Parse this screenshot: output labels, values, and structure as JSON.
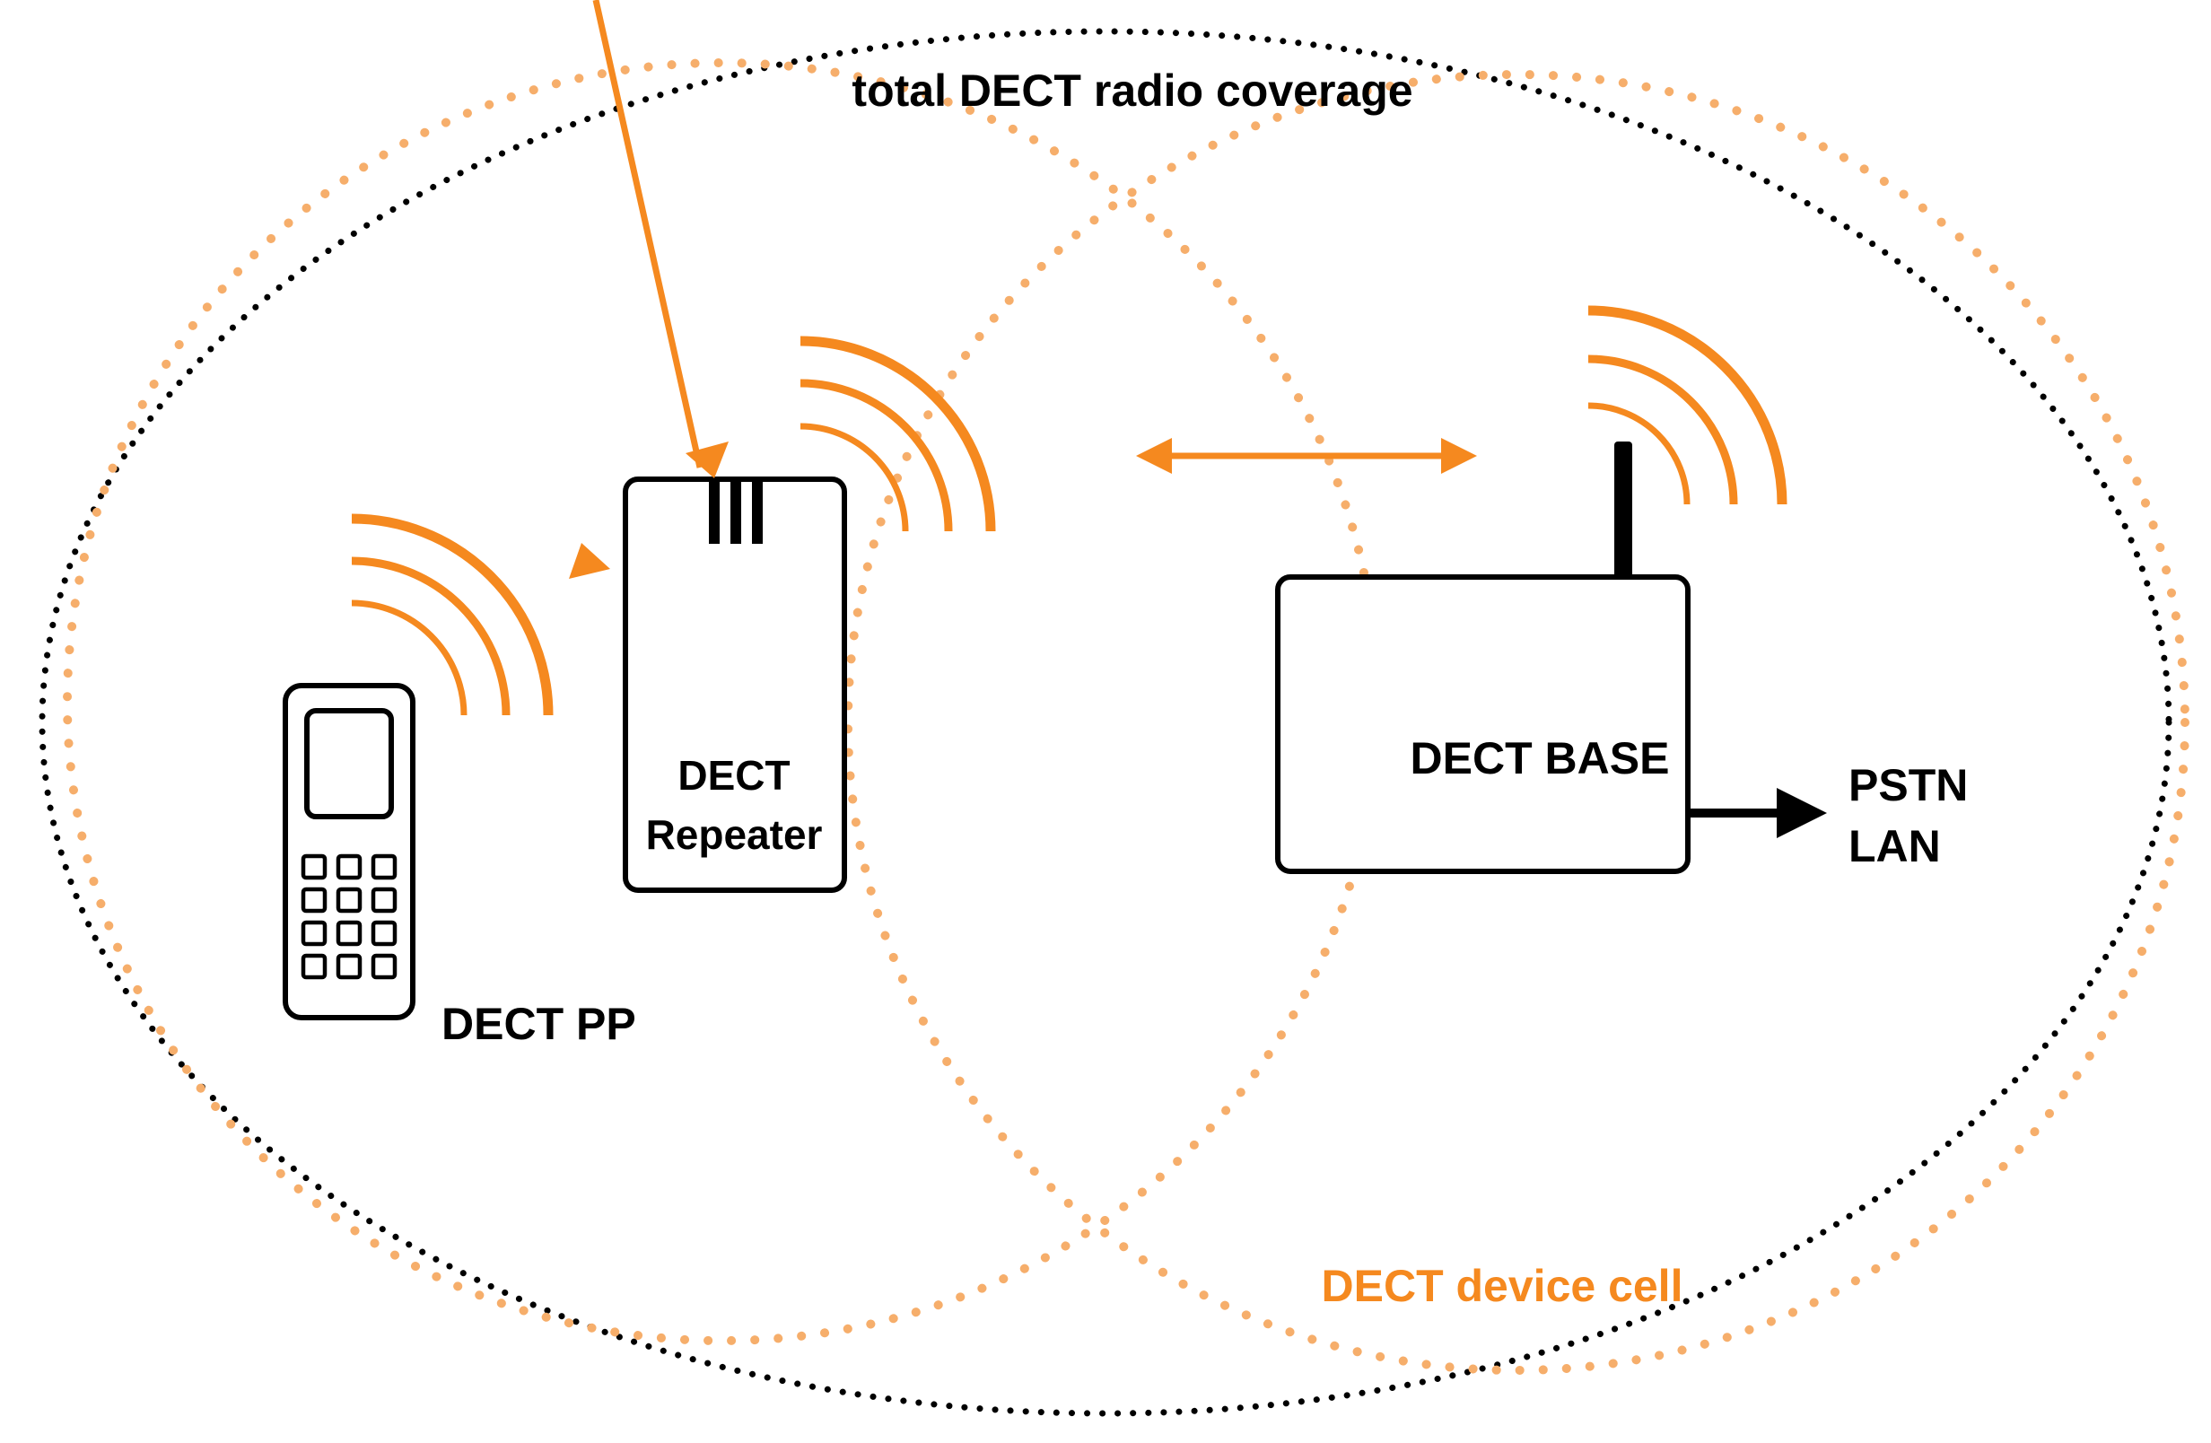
{
  "labels": {
    "total_coverage": "total DECT radio coverage",
    "device_cell": "DECT device cell",
    "pp": "DECT PP",
    "repeater_line1": "DECT",
    "repeater_line2": "Repeater",
    "base": "DECT BASE",
    "uplink_line1": "PSTN",
    "uplink_line2": "LAN"
  },
  "colors": {
    "accent": "#f5891f",
    "cell_dots": "#f6ae6b",
    "outline": "#000000",
    "background": "#ffffff"
  },
  "icons": {
    "handset": "mobile-phone-icon",
    "repeater": "repeater-icon",
    "base": "base-station-icon",
    "signal": "radio-waves-icon",
    "link": "double-arrow-icon",
    "uplink": "arrow-right-icon"
  }
}
